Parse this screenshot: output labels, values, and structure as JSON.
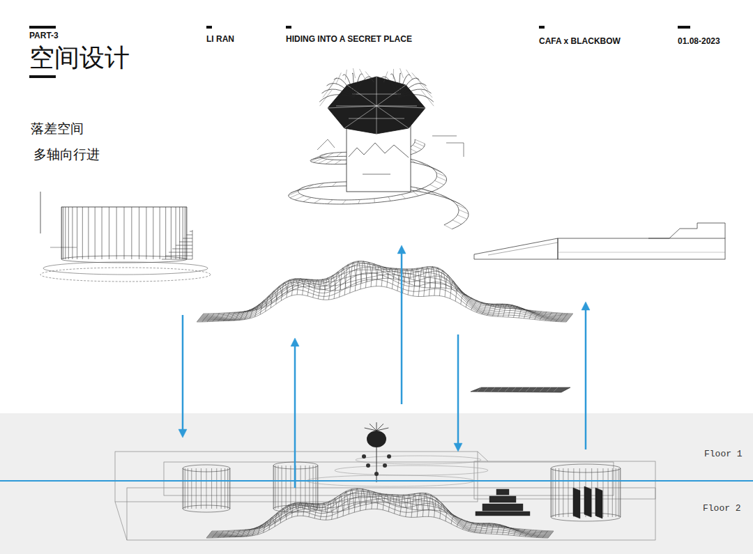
{
  "diagram": {
    "title": "空间设计",
    "nodes": [
      {
        "text": [
          "Floor 1",
          "Floor 2"
        ]
      }
    ],
    "labels": [
      "PART-3",
      "LI RAN",
      "HIDING INTO A SECRET PLACE",
      "CAFA x BLACKBOW",
      "01.08-2023",
      "落差空间",
      "多轴向行进"
    ]
  }
}
